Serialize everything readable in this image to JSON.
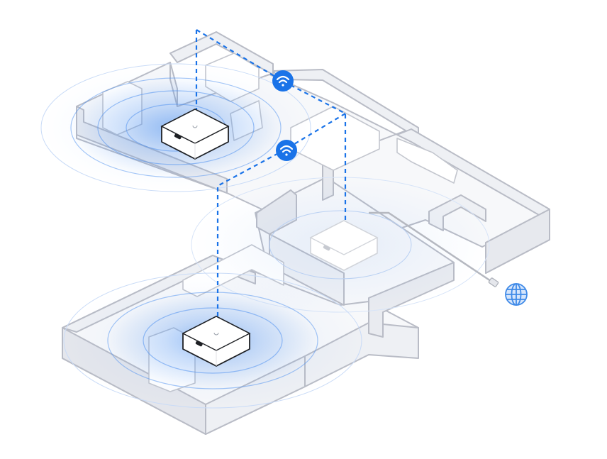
{
  "diagram": {
    "colors": {
      "wall_stroke": "#b9bcc6",
      "wall_fill": "#eef0f4",
      "floor": "#f7f8fa",
      "coverage": "#4a8ff0",
      "link": "#1a73e8",
      "wifi_badge": "#1a73e8",
      "internet_icon": "#3f8ae8",
      "device_body": "#ffffff",
      "device_port": "#1e2024",
      "cable": "#b5b8c0"
    },
    "devices": [
      {
        "id": "router-main",
        "role": "mesh-node",
        "state": "active"
      },
      {
        "id": "router-satellite",
        "role": "mesh-node",
        "state": "active"
      },
      {
        "id": "router-gateway",
        "role": "gateway",
        "state": "wired"
      }
    ],
    "links": [
      {
        "from": "router-main",
        "to": "router-gateway",
        "type": "wireless",
        "icon": "wifi-icon"
      },
      {
        "from": "router-satellite",
        "to": "router-main",
        "type": "wireless",
        "icon": "wifi-icon"
      }
    ],
    "internet": {
      "icon": "globe-icon",
      "connection": "ethernet-cable"
    }
  }
}
